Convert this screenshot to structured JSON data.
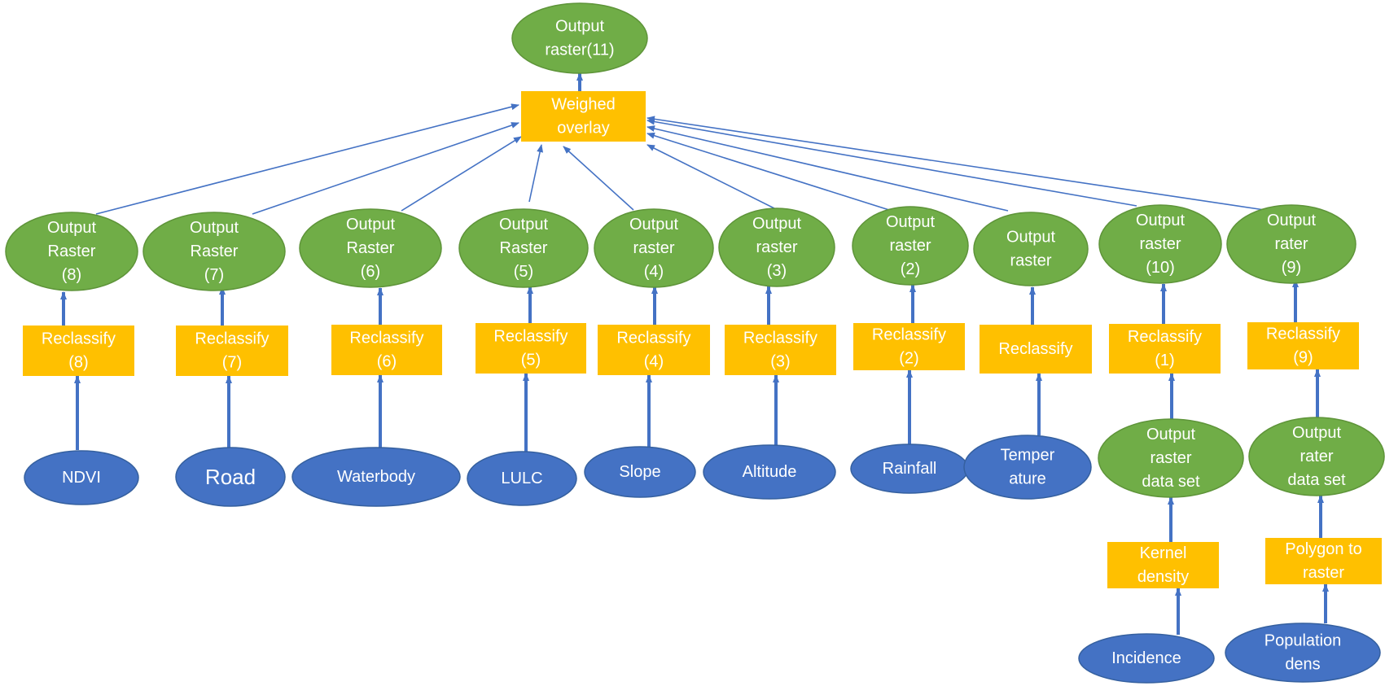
{
  "colors": {
    "green": "#70AD47",
    "green_stroke": "#5E9439",
    "blue": "#4472C4",
    "blue_stroke": "#35609F",
    "orange": "#FFC000",
    "text": "#FFFFFF",
    "arrow": "#4472C4"
  },
  "nodes": {
    "out11": {
      "kind": "output",
      "lines": [
        "Output",
        "raster(11)"
      ]
    },
    "overlay": {
      "kind": "process",
      "lines": [
        "Weighed",
        "overlay"
      ]
    },
    "o8": {
      "kind": "output",
      "lines": [
        "Output",
        "Raster",
        "(8)"
      ]
    },
    "o7": {
      "kind": "output",
      "lines": [
        "Output",
        "Raster",
        "(7)"
      ]
    },
    "o6": {
      "kind": "output",
      "lines": [
        "Output",
        "Raster",
        "(6)"
      ]
    },
    "o5": {
      "kind": "output",
      "lines": [
        "Output",
        "Raster",
        "(5)"
      ]
    },
    "o4": {
      "kind": "output",
      "lines": [
        "Output",
        "raster",
        "(4)"
      ]
    },
    "o3": {
      "kind": "output",
      "lines": [
        "Output",
        "raster",
        "(3)"
      ]
    },
    "o2": {
      "kind": "output",
      "lines": [
        "Output",
        "raster",
        "(2)"
      ]
    },
    "ot": {
      "kind": "output",
      "lines": [
        "Output",
        "raster"
      ]
    },
    "o10": {
      "kind": "output",
      "lines": [
        "Output",
        "raster",
        "(10)"
      ]
    },
    "o9": {
      "kind": "output",
      "lines": [
        "Output",
        "rater",
        "(9)"
      ]
    },
    "r8": {
      "kind": "process",
      "lines": [
        "Reclassify",
        "(8)"
      ]
    },
    "r7": {
      "kind": "process",
      "lines": [
        "Reclassify",
        "(7)"
      ]
    },
    "r6": {
      "kind": "process",
      "lines": [
        "Reclassify",
        "(6)"
      ]
    },
    "r5": {
      "kind": "process",
      "lines": [
        "Reclassify",
        "(5)"
      ]
    },
    "r4": {
      "kind": "process",
      "lines": [
        "Reclassify",
        "(4)"
      ]
    },
    "r3": {
      "kind": "process",
      "lines": [
        "Reclassify",
        "(3)"
      ]
    },
    "r2": {
      "kind": "process",
      "lines": [
        "Reclassify",
        "(2)"
      ]
    },
    "rt": {
      "kind": "process",
      "lines": [
        "Reclassify"
      ]
    },
    "r1": {
      "kind": "process",
      "lines": [
        "Reclassify",
        "(1)"
      ]
    },
    "r9": {
      "kind": "process",
      "lines": [
        "Reclassify",
        "(9)"
      ]
    },
    "ndvi": {
      "kind": "input",
      "lines": [
        "NDVI"
      ]
    },
    "road": {
      "kind": "input",
      "lines": [
        "Road"
      ]
    },
    "water": {
      "kind": "input",
      "lines": [
        "Waterbody"
      ]
    },
    "lulc": {
      "kind": "input",
      "lines": [
        "LULC"
      ]
    },
    "slope": {
      "kind": "input",
      "lines": [
        "Slope"
      ]
    },
    "alt": {
      "kind": "input",
      "lines": [
        "Altitude"
      ]
    },
    "rain": {
      "kind": "input",
      "lines": [
        "Rainfall"
      ]
    },
    "temp": {
      "kind": "input",
      "lines": [
        "Temper",
        "ature"
      ]
    },
    "ods1": {
      "kind": "output",
      "lines": [
        "Output",
        "raster",
        "data set"
      ]
    },
    "ods2": {
      "kind": "output",
      "lines": [
        "Output",
        "rater",
        "data set"
      ]
    },
    "kd": {
      "kind": "process",
      "lines": [
        "Kernel",
        "density"
      ]
    },
    "ptr": {
      "kind": "process",
      "lines": [
        "Polygon to",
        "raster"
      ]
    },
    "inc": {
      "kind": "input",
      "lines": [
        "Incidence"
      ]
    },
    "pop": {
      "kind": "input",
      "lines": [
        "Population",
        "dens"
      ]
    }
  },
  "edges": [
    [
      "overlay",
      "out11"
    ],
    [
      "o8",
      "overlay"
    ],
    [
      "o7",
      "overlay"
    ],
    [
      "o6",
      "overlay"
    ],
    [
      "o5",
      "overlay"
    ],
    [
      "o4",
      "overlay"
    ],
    [
      "o3",
      "overlay"
    ],
    [
      "o2",
      "overlay"
    ],
    [
      "ot",
      "overlay"
    ],
    [
      "o10",
      "overlay"
    ],
    [
      "o9",
      "overlay"
    ],
    [
      "r8",
      "o8"
    ],
    [
      "r7",
      "o7"
    ],
    [
      "r6",
      "o6"
    ],
    [
      "r5",
      "o5"
    ],
    [
      "r4",
      "o4"
    ],
    [
      "r3",
      "o3"
    ],
    [
      "r2",
      "o2"
    ],
    [
      "rt",
      "ot"
    ],
    [
      "r1",
      "o10"
    ],
    [
      "r9",
      "o9"
    ],
    [
      "ndvi",
      "r8"
    ],
    [
      "road",
      "r7"
    ],
    [
      "water",
      "r6"
    ],
    [
      "lulc",
      "r5"
    ],
    [
      "slope",
      "r4"
    ],
    [
      "alt",
      "r3"
    ],
    [
      "rain",
      "r2"
    ],
    [
      "temp",
      "rt"
    ],
    [
      "ods1",
      "r1"
    ],
    [
      "ods2",
      "r9"
    ],
    [
      "kd",
      "ods1"
    ],
    [
      "ptr",
      "ods2"
    ],
    [
      "inc",
      "kd"
    ],
    [
      "pop",
      "ptr"
    ]
  ]
}
